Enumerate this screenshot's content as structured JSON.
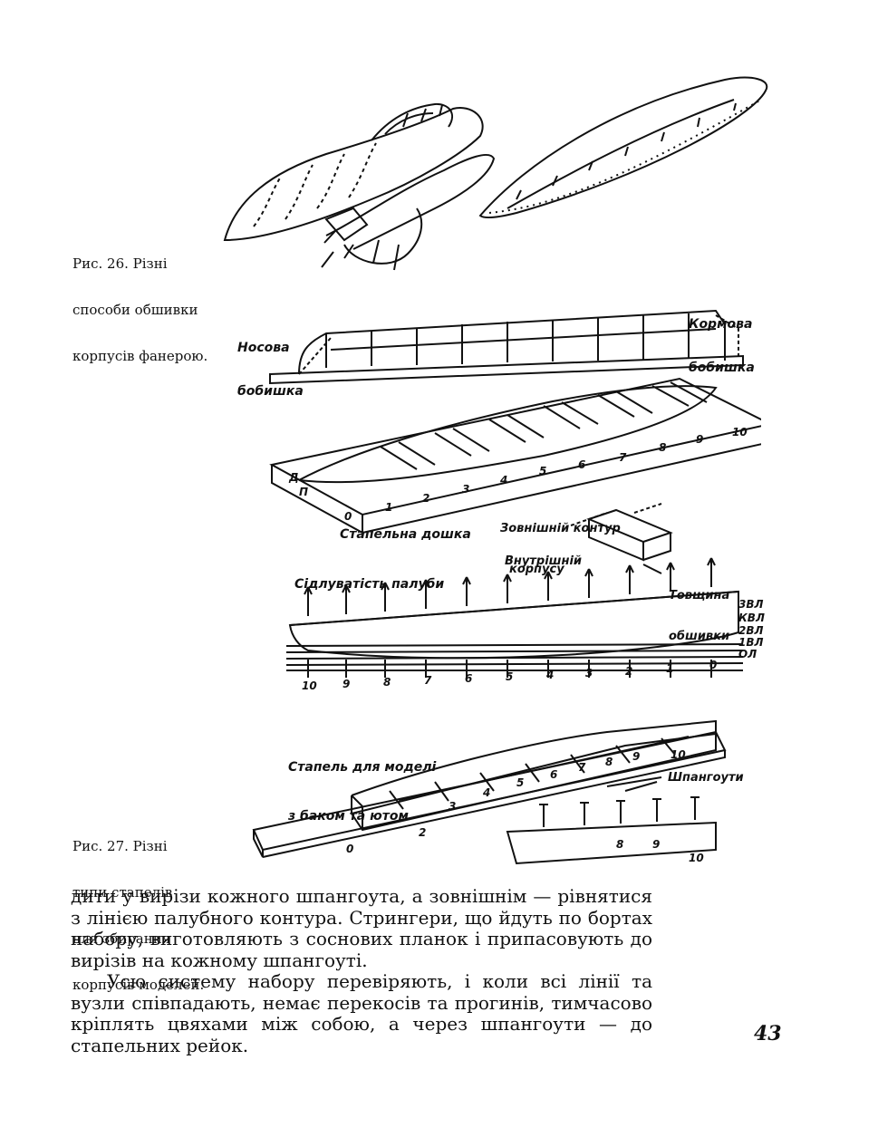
{
  "figure26": {
    "caption_lines": [
      "Рис. 26. Різні",
      "способи обшивки",
      "корпусів фанерою."
    ]
  },
  "figure27": {
    "caption_lines": [
      "Рис. 27. Різні",
      "типи стапелів",
      "для збирання",
      "корпусів моделей."
    ],
    "labels": {
      "bow_block": [
        "Носова",
        "бобишка"
      ],
      "stern_block": [
        "Кормова",
        "бобишка"
      ],
      "slip_board": "Стапельна дошка",
      "outer_contour": [
        "Зовнішній контур",
        "корпусу"
      ],
      "inner": "Внутрішній",
      "plating_thickness": [
        "Товщина",
        "обшивки"
      ],
      "deck_sheer": "Сідлуватість палуби",
      "slip_for_model": [
        "Стапель для моделі",
        "з баком та ютом"
      ],
      "frames": "Шпангоути",
      "letter_d": "Д",
      "letter_p": "П"
    },
    "station_numbers_board": [
      "0",
      "1",
      "2",
      "3",
      "4",
      "5",
      "6",
      "7",
      "8",
      "9",
      "10"
    ],
    "waterlines": [
      "3ВЛ",
      "КВЛ",
      "2ВЛ",
      "1ВЛ",
      "ОЛ"
    ],
    "profile_numbers": [
      "10",
      "9",
      "8",
      "7",
      "6",
      "5",
      "4",
      "3",
      "2",
      "1",
      "0"
    ],
    "slip2_numbers": [
      "0",
      "2",
      "3",
      "4",
      "5",
      "6",
      "7",
      "8",
      "9",
      "10"
    ],
    "frames_numbers": [
      "8",
      "9",
      "10"
    ]
  },
  "text": {
    "paragraph1": "дити у вирізи кожного шпангоута, а зовнішнім — рівнятися з лінією палубного контура. Стрингери, що йдуть по бортах набору, виготовляють з соснових планок і припасовують до вирізів на кожному шпангоуті.",
    "paragraph2": "Усю систему набору перевіряють, і коли всі лінії та вузли співпадають, немає перекосів та прогинів, тимчасово кріплять цвяхами між собою, а через шпангоути — до стапельних рейок."
  },
  "page_number": "43"
}
